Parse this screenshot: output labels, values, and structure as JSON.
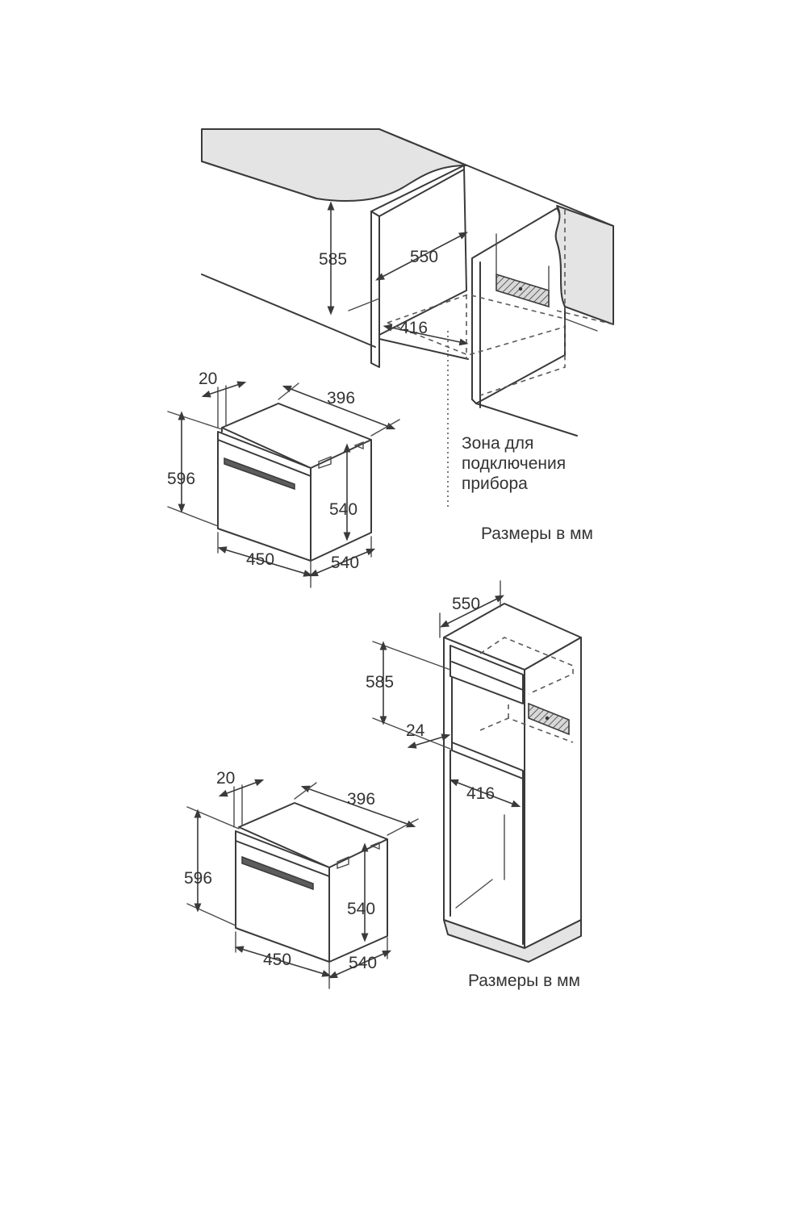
{
  "top_diagram": {
    "niche_height": "585",
    "niche_depth": "550",
    "connection_width": "416",
    "flush_offset": "20",
    "oven_width": "396",
    "oven_height": "596",
    "cavity_height": "540",
    "front_width": "450",
    "oven_depth": "540",
    "zone_label_line1": "Зона для",
    "zone_label_line2": "подключения",
    "zone_label_line3": "прибора",
    "units_caption": "Размеры в мм"
  },
  "bottom_diagram": {
    "niche_depth": "550",
    "niche_height": "585",
    "shelf_gap": "24",
    "connection_width": "416",
    "flush_offset": "20",
    "oven_width": "396",
    "oven_height": "596",
    "cavity_height": "540",
    "front_width": "450",
    "oven_depth": "540",
    "units_caption": "Размеры в мм"
  }
}
